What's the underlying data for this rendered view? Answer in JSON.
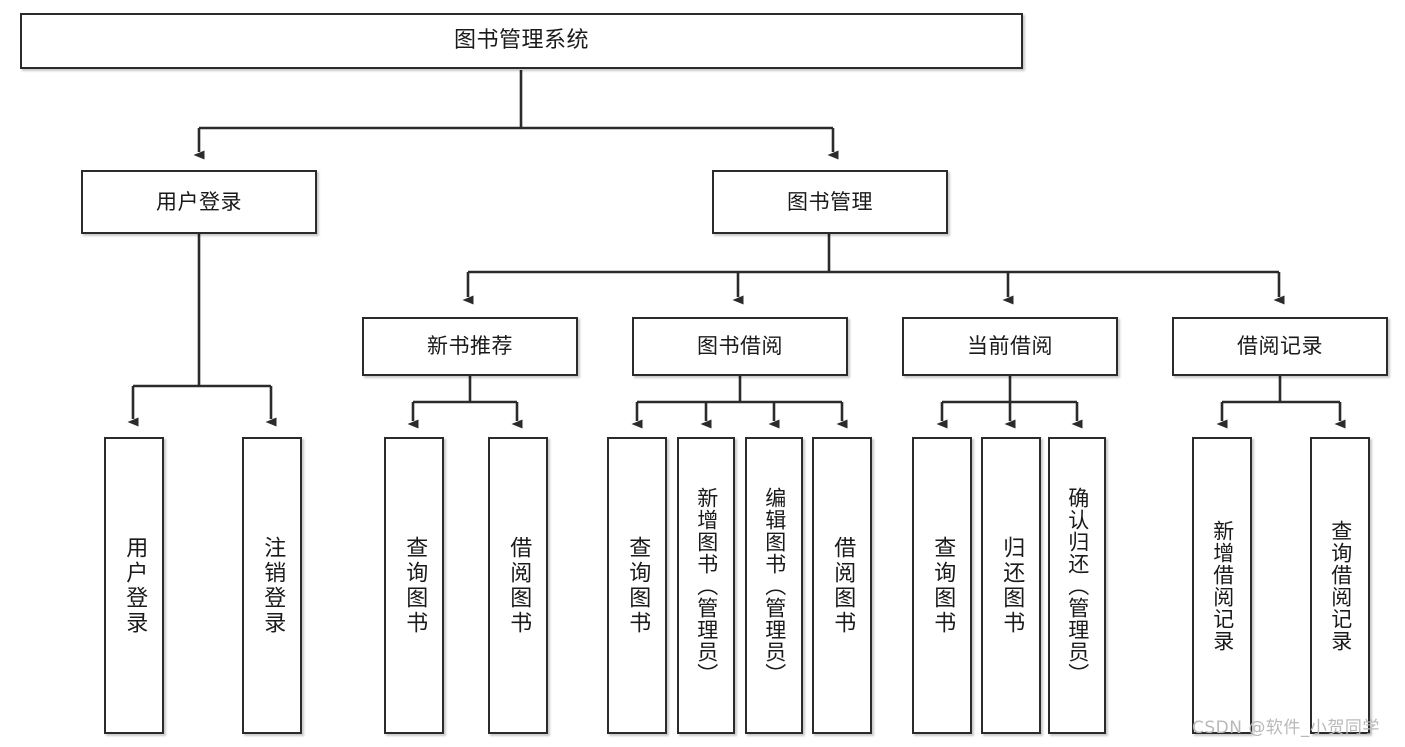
{
  "diagram": {
    "title": "图书管理系统",
    "type": "tree",
    "watermark": "CSDN @软件_小贺同学",
    "colors": {
      "box_border": "#2b2b2b",
      "box_fill": "#ffffff",
      "connector": "#2b2b2b",
      "text": "#1a1a1a",
      "watermark": "#b9b9b9"
    },
    "nodes": {
      "root": {
        "label": "图书管理系统"
      },
      "level2": [
        {
          "label": "用户登录"
        },
        {
          "label": "图书管理"
        }
      ],
      "level3": [
        {
          "label": "新书推荐"
        },
        {
          "label": "图书借阅"
        },
        {
          "label": "当前借阅"
        },
        {
          "label": "借阅记录"
        }
      ],
      "leaves": {
        "user_login": [
          {
            "label": "用户登录"
          },
          {
            "label": "注销登录"
          }
        ],
        "new_book": [
          {
            "label": "查询图书"
          },
          {
            "label": "借阅图书"
          }
        ],
        "book_borrow": [
          {
            "label": "查询图书"
          },
          {
            "label": "新增图书（管理员）"
          },
          {
            "label": "编辑图书（管理员）"
          },
          {
            "label": "借阅图书"
          }
        ],
        "current_borrow": [
          {
            "label": "查询图书"
          },
          {
            "label": "归还图书"
          },
          {
            "label": "确认归还（管理员）"
          }
        ],
        "borrow_record": [
          {
            "label": "新增借阅记录"
          },
          {
            "label": "查询借阅记录"
          }
        ]
      }
    }
  }
}
